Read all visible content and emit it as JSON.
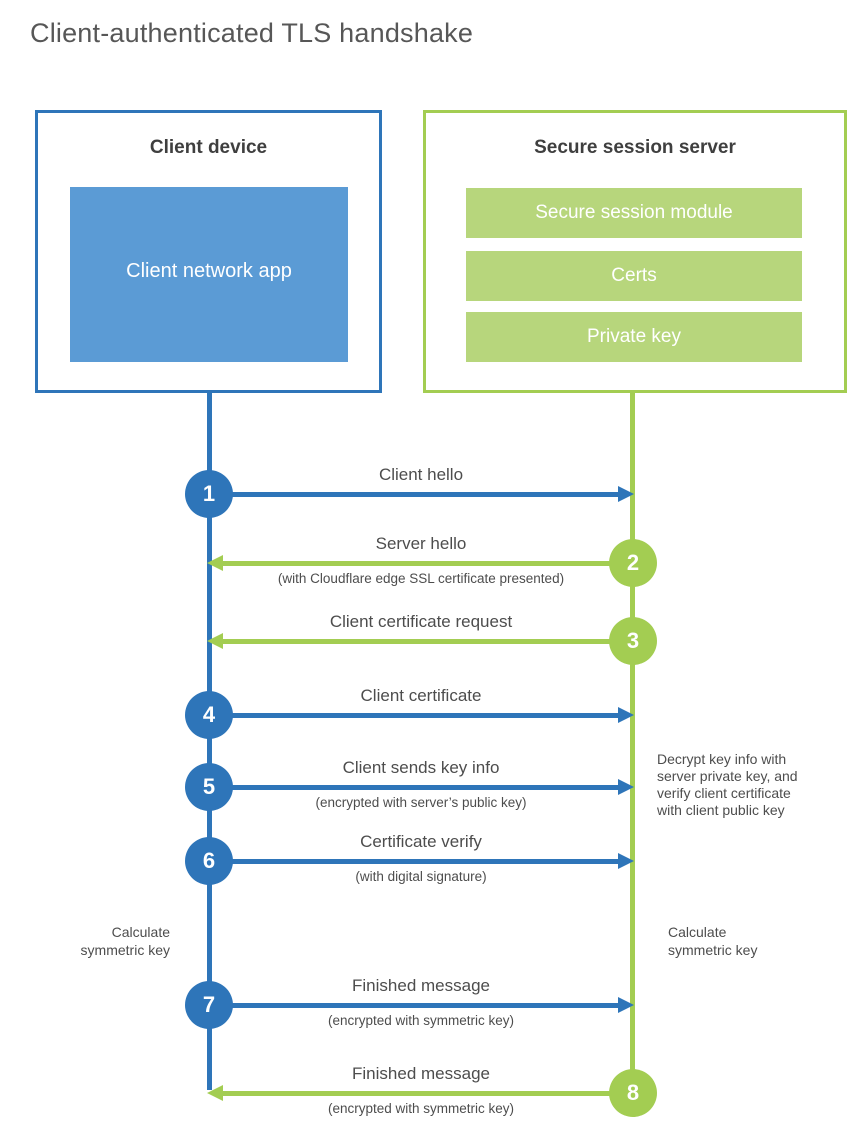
{
  "title": "Client-authenticated TLS handshake",
  "colors": {
    "client_stroke": "#2e75b9",
    "client_fill": "#5b9bd5",
    "server_stroke": "#a3cd52",
    "server_fill": "#b7d67c",
    "heading_text": "#3f3f3f",
    "label_text": "#4d4d4d"
  },
  "client": {
    "title": "Client device",
    "app_label": "Client network app"
  },
  "server": {
    "title": "Secure session server",
    "modules": [
      "Secure session module",
      "Certs",
      "Private key"
    ]
  },
  "messages": [
    {
      "number": "1",
      "label": "Client hello",
      "sublabel": "",
      "direction": "client-to-server"
    },
    {
      "number": "2",
      "label": "Server hello",
      "sublabel": "(with Cloudflare edge SSL certificate presented)",
      "direction": "server-to-client"
    },
    {
      "number": "3",
      "label": "Client certificate request",
      "sublabel": "",
      "direction": "server-to-client"
    },
    {
      "number": "4",
      "label": "Client certificate",
      "sublabel": "",
      "direction": "client-to-server"
    },
    {
      "number": "5",
      "label": "Client sends key info",
      "sublabel": "(encrypted with server’s public key)",
      "direction": "client-to-server"
    },
    {
      "number": "6",
      "label": "Certificate verify",
      "sublabel": "(with digital signature)",
      "direction": "client-to-server"
    },
    {
      "number": "7",
      "label": "Finished message",
      "sublabel": "(encrypted with symmetric key)",
      "direction": "client-to-server"
    },
    {
      "number": "8",
      "label": "Finished message",
      "sublabel": "(encrypted with symmetric key)",
      "direction": "server-to-client"
    }
  ],
  "annotations": {
    "server_note": "Decrypt key info with\nserver private key, and\nverify client certificate\nwith client public key",
    "client_calc": "Calculate\nsymmetric key",
    "server_calc": "Calculate\nsymmetric key"
  }
}
